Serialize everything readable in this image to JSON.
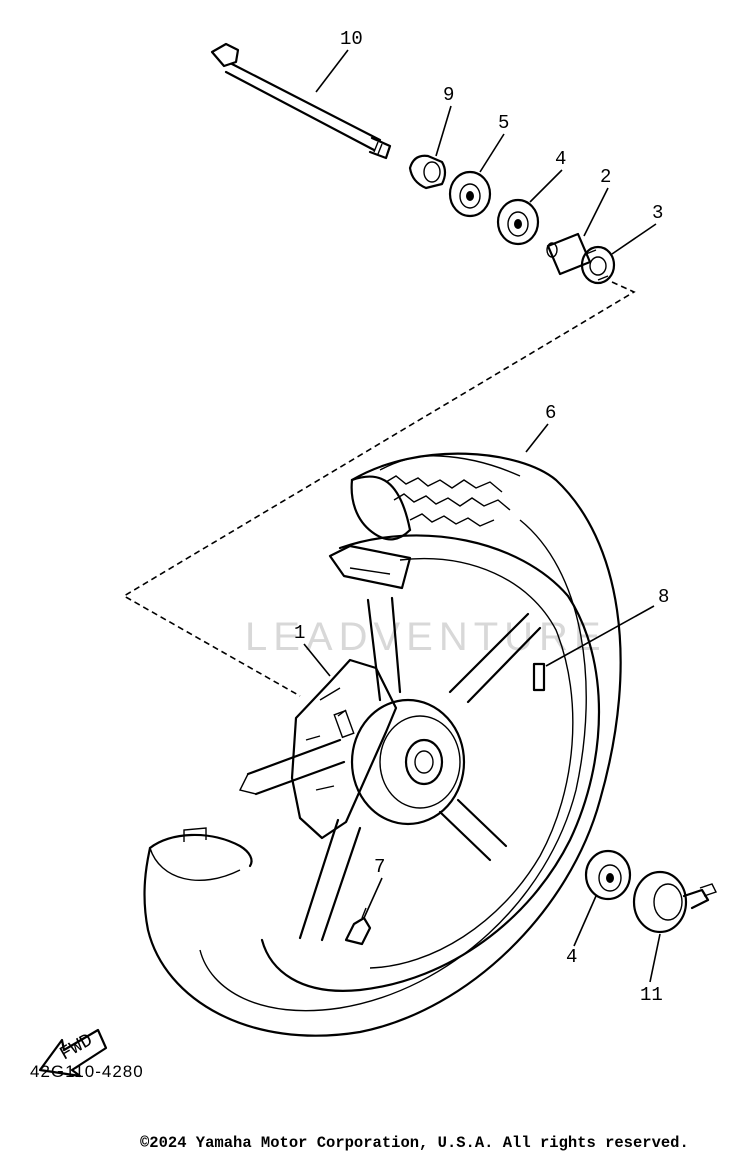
{
  "watermark": "LEADVENTURE",
  "diagram_code": "42G110-4280",
  "copyright": "©2024 Yamaha Motor Corporation, U.S.A. All rights reserved.",
  "fwd_label": "FWD",
  "callouts": {
    "c1": "1",
    "c2": "2",
    "c3": "3",
    "c4a": "4",
    "c4b": "4",
    "c5": "5",
    "c6": "6",
    "c7": "7",
    "c8": "8",
    "c9": "9",
    "c10": "10",
    "c11": "11"
  }
}
